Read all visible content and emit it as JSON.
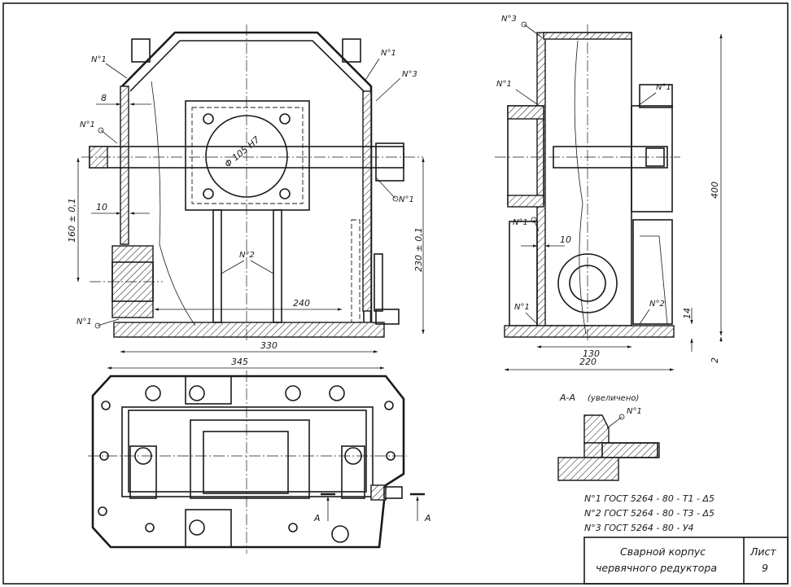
{
  "labels": {
    "weld_1": "N°1",
    "weld_2": "N°2",
    "weld_3": "N°3"
  },
  "dims": {
    "d8": "8",
    "d10": "10",
    "d160": "160 ± 0,1",
    "d230": "230 ± 0,1",
    "d240": "240",
    "d330": "330",
    "d345": "345",
    "d400": "400",
    "d14": "14",
    "d2": "2",
    "d130": "130",
    "d220": "220",
    "bore": "Φ 105 H7"
  },
  "section": {
    "title": "А-А",
    "scale_note": "(увеличено)",
    "cut_letter": "А"
  },
  "notes": [
    "N°1 ГОСТ 5264 - 80 - Т1 - Δ5",
    "N°2 ГОСТ 5264 - 80 - Т3 - Δ5",
    "N°3 ГОСТ 5264 - 80 - У4"
  ],
  "title_block": {
    "title_line1": "Сварной  корпус",
    "title_line2": "червячного  редуктора",
    "sheet_label": "Лист",
    "sheet_number": "9"
  }
}
